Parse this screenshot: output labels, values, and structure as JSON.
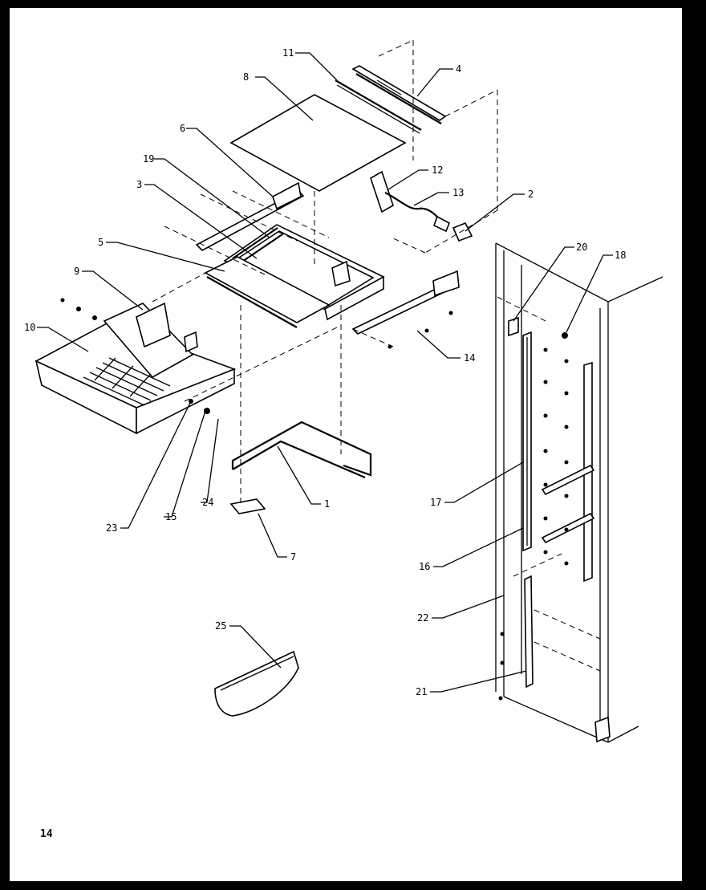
{
  "page_number": "14",
  "callouts": {
    "c1": "1",
    "c2": "2",
    "c3": "3",
    "c4": "4",
    "c5": "5",
    "c6": "6",
    "c7": "7",
    "c8": "8",
    "c9": "9",
    "c10": "10",
    "c11": "11",
    "c12": "12",
    "c13": "13",
    "c14": "14",
    "c15": "15",
    "c16": "16",
    "c17": "17",
    "c18": "18",
    "c19": "19",
    "c20": "20",
    "c21": "21",
    "c22": "22",
    "c23": "23",
    "c24": "24",
    "c25": "25"
  }
}
